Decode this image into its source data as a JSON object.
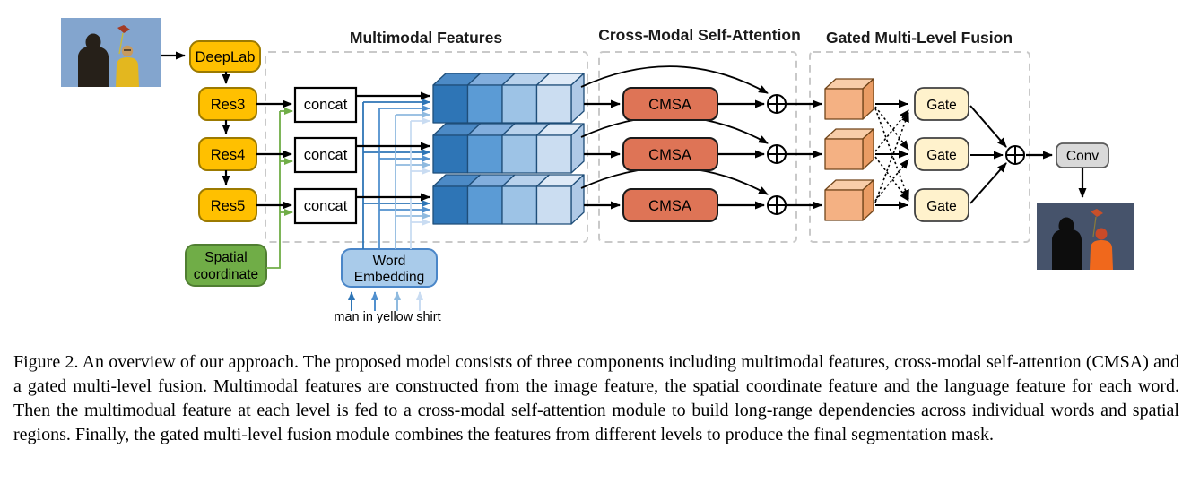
{
  "figure": {
    "section_titles": {
      "multimodal": "Multimodal Features",
      "cross_modal": "Cross-Modal Self-Attention",
      "gated_fusion": "Gated Multi-Level Fusion"
    },
    "nodes": {
      "deeplab": "DeepLab",
      "res3": "Res3",
      "res4": "Res4",
      "res5": "Res5",
      "concat": "concat",
      "spatial": {
        "lines": [
          "Spatial",
          "coordinate"
        ]
      },
      "word_embedding": {
        "lines": [
          "Word",
          "Embedding"
        ]
      },
      "cmsa": "CMSA",
      "gate": "Gate",
      "conv": "Conv"
    },
    "input_phrase": "man in yellow shirt",
    "colors": {
      "backbone_box": "#FFC000",
      "backbone_border": "#9C7A00",
      "spatial_box": "#70AD47",
      "spatial_border": "#507E32",
      "word_box": "#A9CBEA",
      "word_border": "#4A86C8",
      "cmsa_box": "#DE7456",
      "gate_box": "#FFF2CC",
      "conv_box": "#D9D9D9",
      "feature_blues": [
        "#2E75B6",
        "#5B9BD5",
        "#9DC3E6",
        "#CBDDF1"
      ],
      "word_arrow_blues": [
        "#2E75B6",
        "#5190CE",
        "#8FBADF",
        "#C9DCF2"
      ],
      "fusion_orange": "#F4B183",
      "dashed_border": "#C9C9C9"
    }
  },
  "caption": {
    "text": "Figure 2. An overview of our approach. The proposed model consists of three components including multimodal features, cross-modal self-attention (CMSA) and a gated multi-level fusion. Multimodal features are constructed from the image feature, the spatial coordinate feature and the language feature for each word. Then the multimodual feature at each level is fed to a cross-modal self-attention module to build long-range dependencies across individual words and spatial regions. Finally, the gated multi-level fusion module combines the features from different levels to produce the final segmentation mask."
  }
}
